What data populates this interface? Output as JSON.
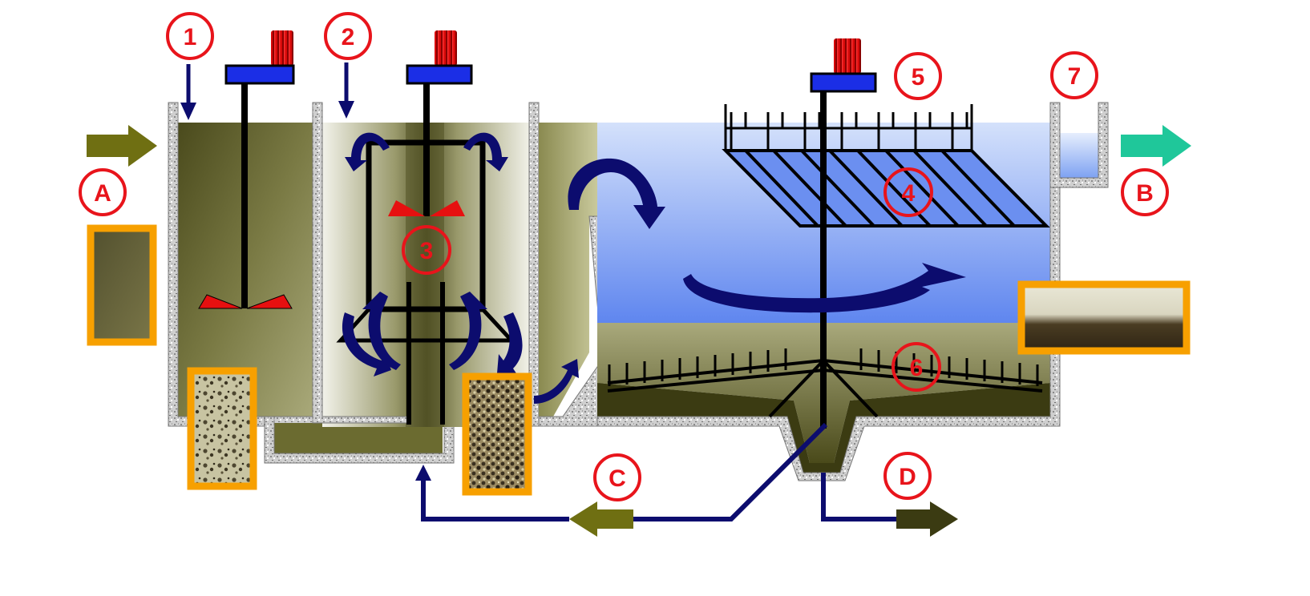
{
  "markers": {
    "one": "1",
    "two": "2",
    "three": "3",
    "four": "4",
    "five": "5",
    "six": "6",
    "seven": "7",
    "a": "A",
    "b": "B",
    "c": "C",
    "d": "D"
  },
  "colors": {
    "marker_red": "#e8141b",
    "navy": "#0c0c6e",
    "olive_arrow": "#6f6f12",
    "teal_arrow": "#1fc79a",
    "dark_olive": "#3b3b12",
    "motor_red": "#e00000",
    "motor_blue": "#1b2ee6",
    "photo_frame": "#f7a000",
    "clarifier_water": "#7e9ff0",
    "sludge": "#6b6b2a",
    "concrete": "#cfcfcf"
  }
}
